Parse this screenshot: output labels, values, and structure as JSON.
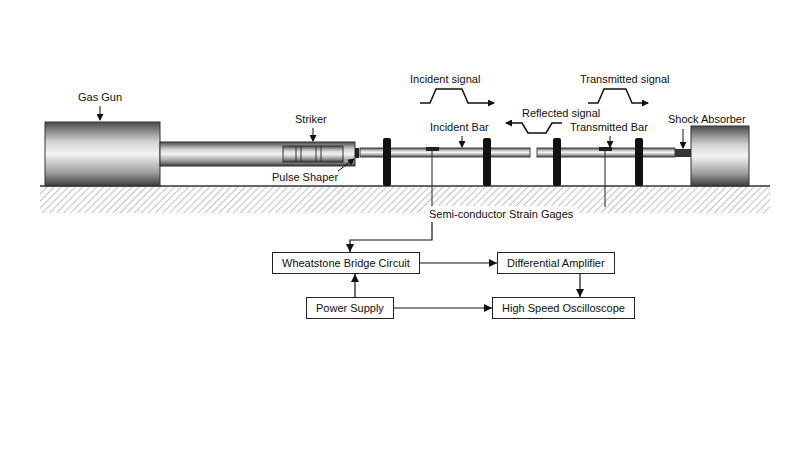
{
  "diagram": {
    "nodes": [
      {
        "text": [
          "Semi-conductor Strain Gages"
        ]
      },
      {
        "text": [
          "Wheatstone Bridge Circuit"
        ]
      },
      {
        "text": [
          "Differential Amplifier"
        ]
      },
      {
        "text": [
          "Power Supply"
        ]
      },
      {
        "text": [
          "High Speed Oscilloscope"
        ]
      }
    ],
    "edges": [
      {
        "from": 0,
        "to": 1,
        "arrow": "to"
      },
      {
        "from": 1,
        "to": 2,
        "arrow": "to"
      },
      {
        "from": 2,
        "to": 4,
        "arrow": "to"
      },
      {
        "from": 3,
        "to": 1,
        "arrow": "to"
      },
      {
        "from": 3,
        "to": 4,
        "arrow": "to"
      }
    ],
    "labels": [
      "Gas Gun",
      "Incident signal",
      "Transmitted signal",
      "Reflected signal",
      "Striker",
      "Incident Bar",
      "Transmitted Bar",
      "Shock Absorber",
      "Pulse Shaper"
    ]
  }
}
